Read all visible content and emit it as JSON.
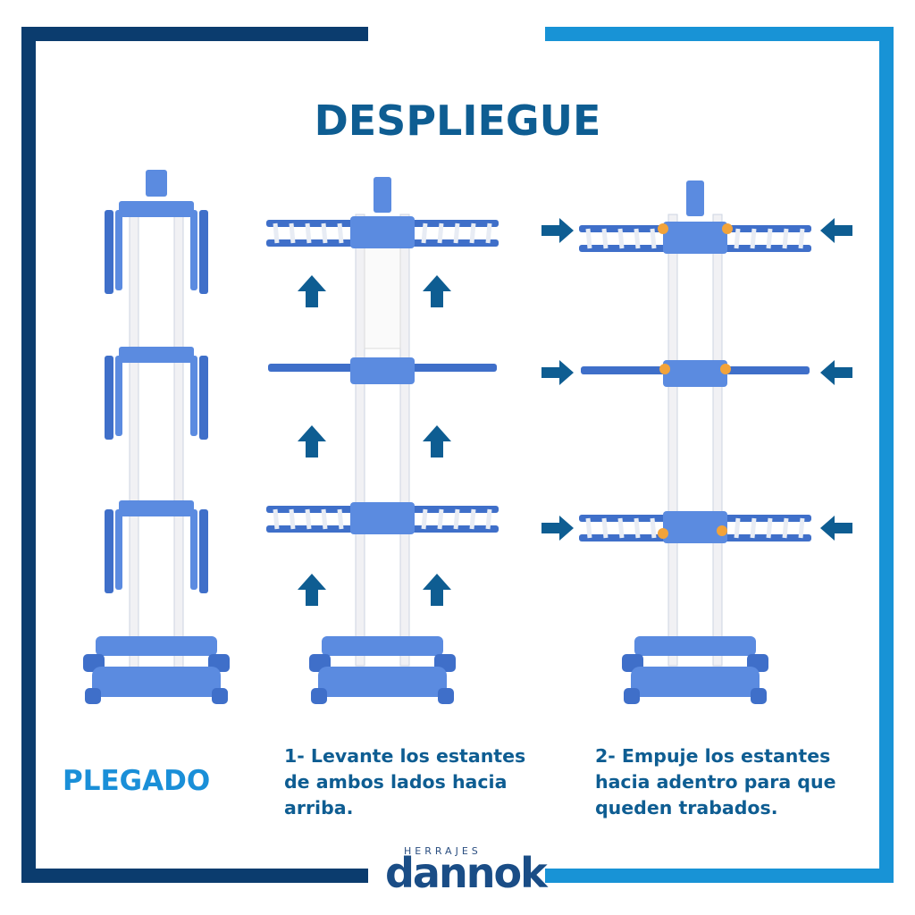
{
  "title": "DESPLIEGUE",
  "folded_label": "PLEGADO",
  "step1": [
    "1- Levante los estantes",
    "de ambos lados hacia",
    "arriba."
  ],
  "step2": [
    "2- Empuje los estantes",
    "hacia adentro para que",
    "queden trabados."
  ],
  "brand": {
    "top": "HERRAJES",
    "name": "dannok"
  },
  "colors": {
    "frame_left": "#0b3c6e",
    "frame_right": "#1893d6",
    "rack": "#5b8be0",
    "rack_dark": "#3f6fc9",
    "pole": "#f1f1f4",
    "arrow": "#0e5d92",
    "knob": "#f2a33a"
  },
  "icons": {
    "arrow_up": "arrow-up-icon",
    "arrow_right": "arrow-right-icon",
    "arrow_left": "arrow-left-icon"
  }
}
